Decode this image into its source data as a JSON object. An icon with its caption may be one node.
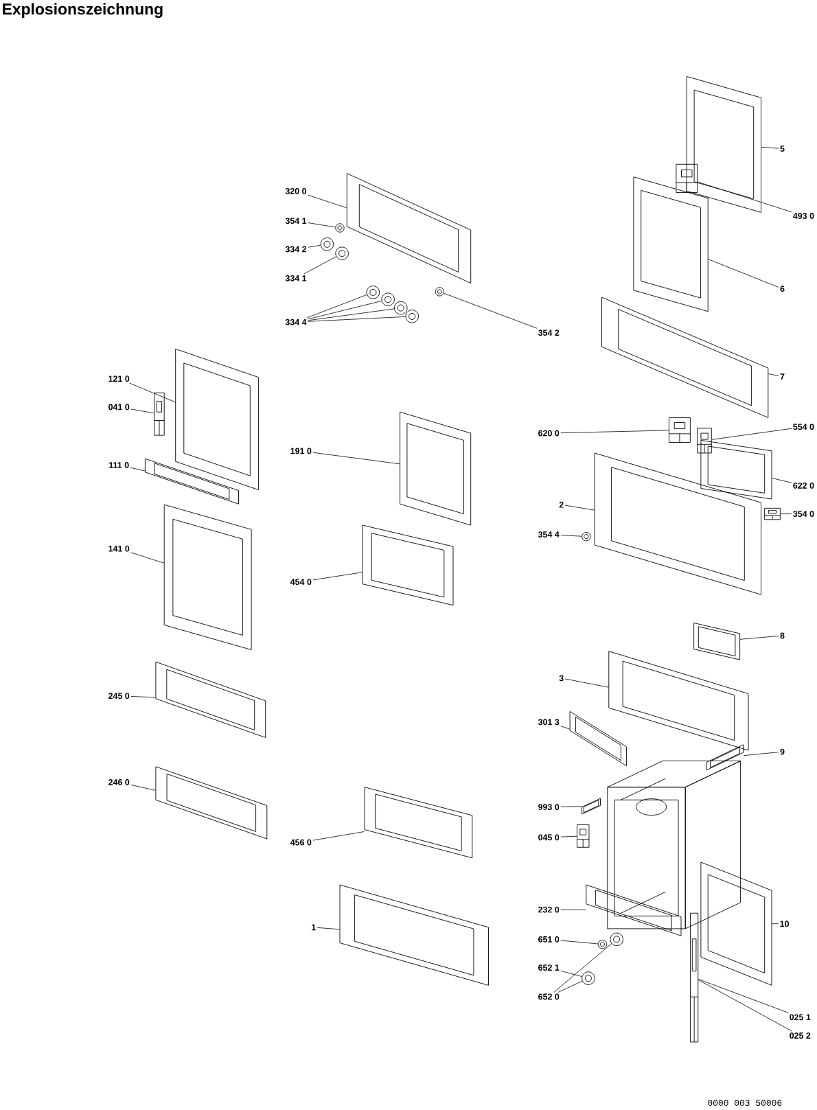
{
  "diagram": {
    "title": "Explosionszeichnung",
    "nodes": [
      {
        "text": [
          "320 0"
        ]
      },
      {
        "text": [],
        "shape": "picture"
      },
      {
        "text": [
          "354 1"
        ]
      },
      {
        "text": [],
        "shape": "picture"
      },
      {
        "text": [
          "334 2"
        ]
      },
      {
        "text": [],
        "shape": "picture"
      },
      {
        "text": [
          "334 1"
        ]
      },
      {
        "text": [],
        "shape": "picture"
      },
      {
        "text": [
          "334 4"
        ]
      },
      {
        "text": [],
        "shape": "picture"
      },
      {
        "text": [],
        "shape": "picture"
      },
      {
        "text": [],
        "shape": "picture"
      },
      {
        "text": [],
        "shape": "picture"
      },
      {
        "text": [
          "354 2"
        ]
      },
      {
        "text": [],
        "shape": "picture"
      },
      {
        "text": [
          "5"
        ]
      },
      {
        "text": [],
        "shape": "picture"
      },
      {
        "text": [
          "493 0"
        ]
      },
      {
        "text": [],
        "shape": "picture"
      },
      {
        "text": [
          "6"
        ]
      },
      {
        "text": [],
        "shape": "picture"
      },
      {
        "text": [
          "7"
        ]
      },
      {
        "text": [],
        "shape": "picture"
      },
      {
        "text": [
          "121 0"
        ]
      },
      {
        "text": [],
        "shape": "picture"
      },
      {
        "text": [
          "041 0"
        ]
      },
      {
        "text": [],
        "shape": "picture"
      },
      {
        "text": [
          "111 0"
        ]
      },
      {
        "text": [],
        "shape": "picture"
      },
      {
        "text": [
          "141 0"
        ]
      },
      {
        "text": [],
        "shape": "picture"
      },
      {
        "text": [
          "245 0"
        ]
      },
      {
        "text": [],
        "shape": "picture"
      },
      {
        "text": [
          "246 0"
        ]
      },
      {
        "text": [],
        "shape": "picture"
      },
      {
        "text": [
          "191 0"
        ]
      },
      {
        "text": [],
        "shape": "picture"
      },
      {
        "text": [
          "454 0"
        ]
      },
      {
        "text": [],
        "shape": "picture"
      },
      {
        "text": [
          "456 0"
        ]
      },
      {
        "text": [],
        "shape": "picture"
      },
      {
        "text": [
          "1"
        ]
      },
      {
        "text": [],
        "shape": "picture"
      },
      {
        "text": [
          "620 0"
        ]
      },
      {
        "text": [],
        "shape": "picture"
      },
      {
        "text": [
          "554 0"
        ]
      },
      {
        "text": [],
        "shape": "picture"
      },
      {
        "text": [
          "622 0"
        ]
      },
      {
        "text": [],
        "shape": "picture"
      },
      {
        "text": [
          "2"
        ]
      },
      {
        "text": [],
        "shape": "picture"
      },
      {
        "text": [
          "354 0"
        ]
      },
      {
        "text": [],
        "shape": "picture"
      },
      {
        "text": [
          "354 4"
        ]
      },
      {
        "text": [],
        "shape": "picture"
      },
      {
        "text": [
          "8"
        ]
      },
      {
        "text": [],
        "shape": "picture"
      },
      {
        "text": [
          "3"
        ]
      },
      {
        "text": [],
        "shape": "picture"
      },
      {
        "text": [
          "301 3"
        ]
      },
      {
        "text": [],
        "shape": "picture"
      },
      {
        "text": [
          "9"
        ]
      },
      {
        "text": [],
        "shape": "picture"
      },
      {
        "text": [
          "993 0"
        ]
      },
      {
        "text": [],
        "shape": "picture"
      },
      {
        "text": [
          "045 0"
        ]
      },
      {
        "text": [],
        "shape": "picture"
      },
      {
        "text": [
          "232 0"
        ]
      },
      {
        "text": [],
        "shape": "picture"
      },
      {
        "text": [
          "651 0"
        ]
      },
      {
        "text": [],
        "shape": "picture"
      },
      {
        "text": [
          "652 1"
        ]
      },
      {
        "text": [],
        "shape": "picture"
      },
      {
        "text": [
          "652 0"
        ]
      },
      {
        "text": [],
        "shape": "picture"
      },
      {
        "text": [
          "10"
        ]
      },
      {
        "text": [],
        "shape": "picture"
      },
      {
        "text": [
          "025 1"
        ]
      },
      {
        "text": [
          "025 2"
        ]
      },
      {
        "text": [],
        "shape": "picture"
      }
    ],
    "edges": [
      {
        "from": 0,
        "to": 1,
        "arrow": "none"
      },
      {
        "from": 2,
        "to": 3,
        "arrow": "none"
      },
      {
        "from": 4,
        "to": 5,
        "arrow": "none"
      },
      {
        "from": 6,
        "to": 7,
        "arrow": "none"
      },
      {
        "from": 8,
        "to": 9,
        "arrow": "none"
      },
      {
        "from": 8,
        "to": 10,
        "arrow": "none"
      },
      {
        "from": 8,
        "to": 11,
        "arrow": "none"
      },
      {
        "from": 8,
        "to": 12,
        "arrow": "none"
      },
      {
        "from": 13,
        "to": 14,
        "arrow": "none"
      },
      {
        "from": 15,
        "to": 16,
        "arrow": "none"
      },
      {
        "from": 17,
        "to": 18,
        "arrow": "none"
      },
      {
        "from": 19,
        "to": 20,
        "arrow": "none"
      },
      {
        "from": 21,
        "to": 22,
        "arrow": "none"
      },
      {
        "from": 23,
        "to": 24,
        "arrow": "none"
      },
      {
        "from": 25,
        "to": 26,
        "arrow": "none"
      },
      {
        "from": 27,
        "to": 28,
        "arrow": "none"
      },
      {
        "from": 29,
        "to": 30,
        "arrow": "none"
      },
      {
        "from": 31,
        "to": 32,
        "arrow": "none"
      },
      {
        "from": 33,
        "to": 34,
        "arrow": "none"
      },
      {
        "from": 35,
        "to": 36,
        "arrow": "none"
      },
      {
        "from": 37,
        "to": 38,
        "arrow": "none"
      },
      {
        "from": 39,
        "to": 40,
        "arrow": "none"
      },
      {
        "from": 41,
        "to": 42,
        "arrow": "none"
      },
      {
        "from": 43,
        "to": 44,
        "arrow": "none"
      },
      {
        "from": 45,
        "to": 46,
        "arrow": "none"
      },
      {
        "from": 47,
        "to": 48,
        "arrow": "none"
      },
      {
        "from": 49,
        "to": 50,
        "arrow": "none"
      },
      {
        "from": 51,
        "to": 52,
        "arrow": "none"
      },
      {
        "from": 53,
        "to": 54,
        "arrow": "none"
      },
      {
        "from": 55,
        "to": 56,
        "arrow": "none"
      },
      {
        "from": 57,
        "to": 58,
        "arrow": "none"
      },
      {
        "from": 59,
        "to": 60,
        "arrow": "none"
      },
      {
        "from": 61,
        "to": 62,
        "arrow": "none"
      },
      {
        "from": 63,
        "to": 64,
        "arrow": "none"
      },
      {
        "from": 65,
        "to": 66,
        "arrow": "none"
      },
      {
        "from": 67,
        "to": 68,
        "arrow": "none"
      },
      {
        "from": 69,
        "to": 70,
        "arrow": "none"
      },
      {
        "from": 71,
        "to": 72,
        "arrow": "none"
      },
      {
        "from": 73,
        "to": 72,
        "arrow": "none"
      },
      {
        "from": 73,
        "to": 74,
        "arrow": "none"
      },
      {
        "from": 75,
        "to": 76,
        "arrow": "none"
      },
      {
        "from": 77,
        "to": 79,
        "arrow": "none"
      },
      {
        "from": 78,
        "to": 79,
        "arrow": "none"
      }
    ],
    "labels": [
      "0000 003 50006"
    ]
  }
}
